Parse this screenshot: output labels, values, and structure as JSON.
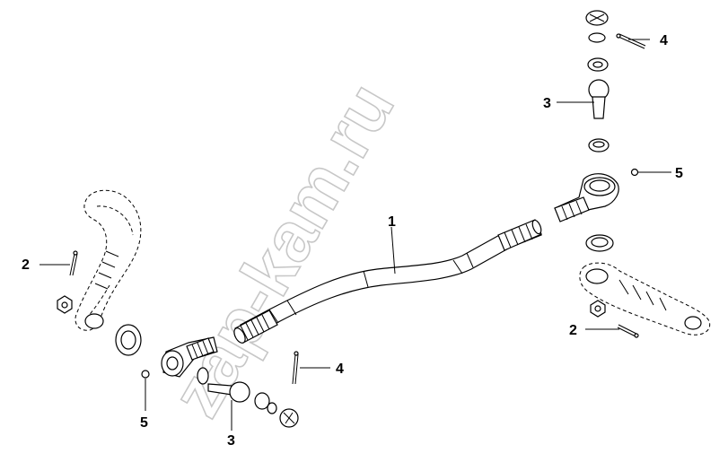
{
  "watermark": "zap-kam.ru",
  "callouts": {
    "c1": "1",
    "c2_left": "2",
    "c2_right": "2",
    "c3_top": "3",
    "c3_bottom": "3",
    "c4_top": "4",
    "c4_bottom": "4",
    "c5_left": "5",
    "c5_right": "5"
  }
}
